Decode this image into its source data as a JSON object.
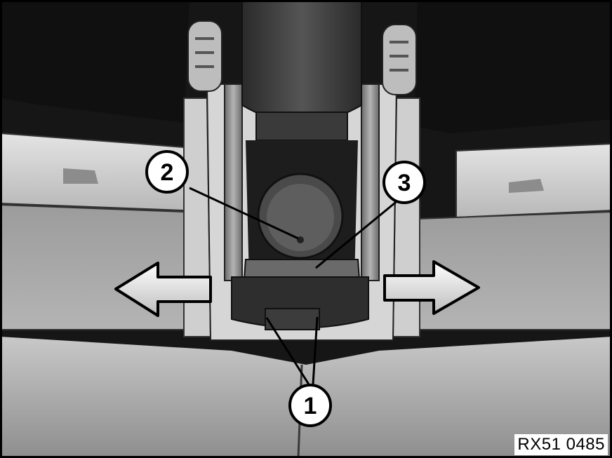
{
  "figure": {
    "reference_code": "RX51 0485"
  },
  "callouts": [
    {
      "label": "1"
    },
    {
      "label": "2"
    },
    {
      "label": "3"
    }
  ],
  "arrows": [
    {
      "direction": "left"
    },
    {
      "direction": "right"
    }
  ],
  "colors": {
    "frame": "#000000",
    "background_dark": "#1a1a1a",
    "panel_light": "#d8d8d8",
    "panel_mid": "#a8a8a8",
    "callout_fill": "#ffffff"
  }
}
